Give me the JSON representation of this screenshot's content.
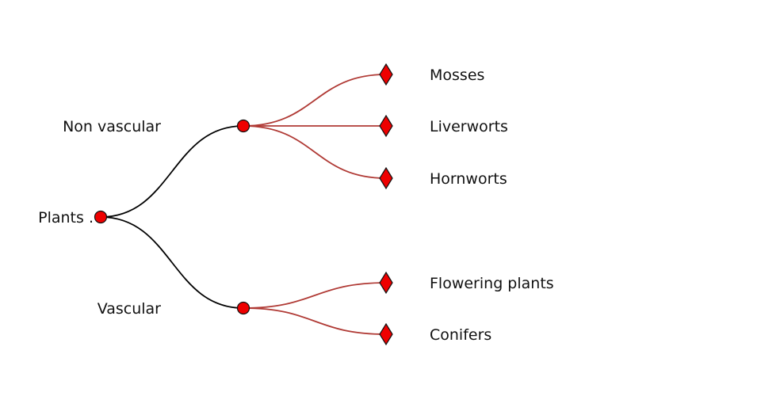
{
  "tree": {
    "root": {
      "label": "Plants .",
      "children": [
        {
          "label": "Non vascular",
          "children": [
            {
              "label": "Mosses"
            },
            {
              "label": "Liverworts"
            },
            {
              "label": "Hornworts"
            }
          ]
        },
        {
          "label": "Vascular",
          "children": [
            {
              "label": "Flowering plants"
            },
            {
              "label": "Conifers"
            }
          ]
        }
      ]
    }
  },
  "colors": {
    "node_fill": "#ee0000",
    "node_stroke": "#111111",
    "inner_link": "#000000",
    "leaf_link": "#b03a35",
    "text": "#111111"
  }
}
